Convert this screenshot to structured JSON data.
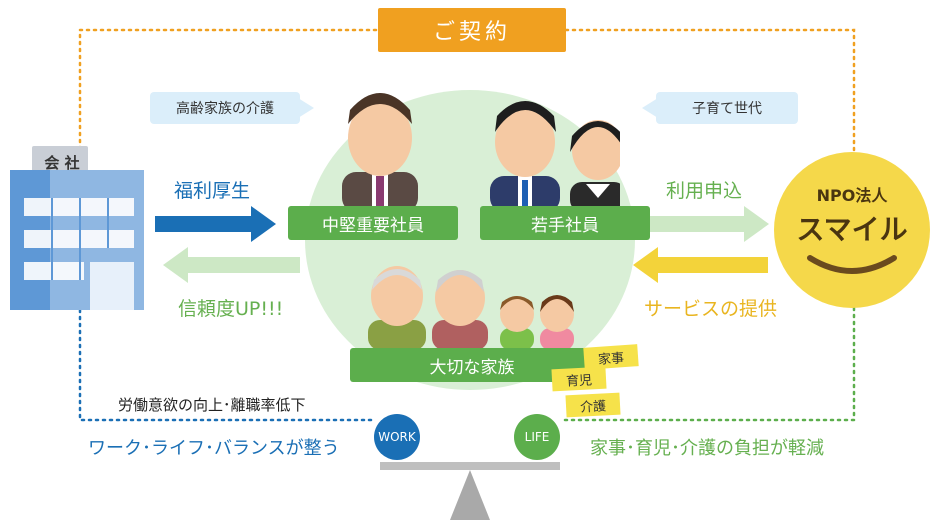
{
  "contract": {
    "label": "ご契約"
  },
  "callouts": {
    "elder_care": "高齢家族の介護",
    "child_rearing": "子育て世代"
  },
  "labels": {
    "mid_employee": "中堅重要社員",
    "young_employee": "若手社員",
    "family": "大切な家族"
  },
  "company": {
    "sign": "会 社"
  },
  "npo": {
    "line1": "NPO法人",
    "line2": "スマイル"
  },
  "arrows": {
    "welfare": "福利厚生",
    "trust": "信頼度UP!!!",
    "apply": "利用申込",
    "service": "サービスの提供"
  },
  "tasks": [
    "家事",
    "育児",
    "介護"
  ],
  "motivation": "労働意欲の向上･離職率低下",
  "balance": {
    "work": "WORK",
    "life": "LIFE",
    "left_caption": "ワーク･ライフ･バランスが整う",
    "right_caption": "家事･育児･介護の負担が軽減"
  },
  "colors": {
    "orange": "#f0a020",
    "green": "#5cae4c",
    "blue": "#1a6fb5",
    "yellow": "#f3d33a",
    "circle": "#d9efd6"
  }
}
